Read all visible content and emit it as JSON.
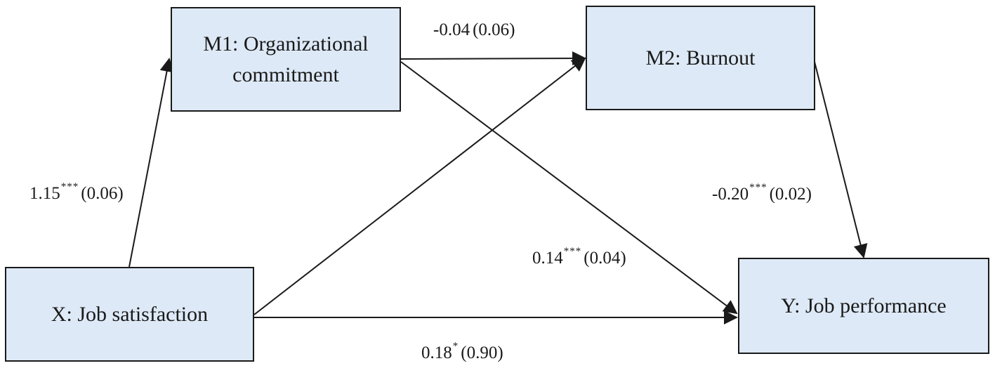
{
  "colors": {
    "node_fill": "#dde9f6",
    "stroke": "#1a1a1a"
  },
  "nodes": {
    "m1": {
      "line1": "M1: Organizational",
      "line2": "commitment"
    },
    "m2": {
      "label": "M2: Burnout"
    },
    "x": {
      "label": "X: Job satisfaction"
    },
    "y": {
      "label": "Y: Job performance"
    }
  },
  "paths": {
    "x_m1": {
      "estimate": "1.15",
      "significance": "***",
      "se": "(0.06)"
    },
    "m1_m2": {
      "estimate": "-0.04",
      "significance": "",
      "se": "(0.06)"
    },
    "m2_y": {
      "estimate": "-0.20",
      "significance": "***",
      "se": "(0.02)"
    },
    "m1_y": {
      "estimate": "0.14",
      "significance": "***",
      "se": "(0.04)"
    },
    "x_y": {
      "estimate": "0.18",
      "significance": "*",
      "se": "(0.90)"
    }
  }
}
